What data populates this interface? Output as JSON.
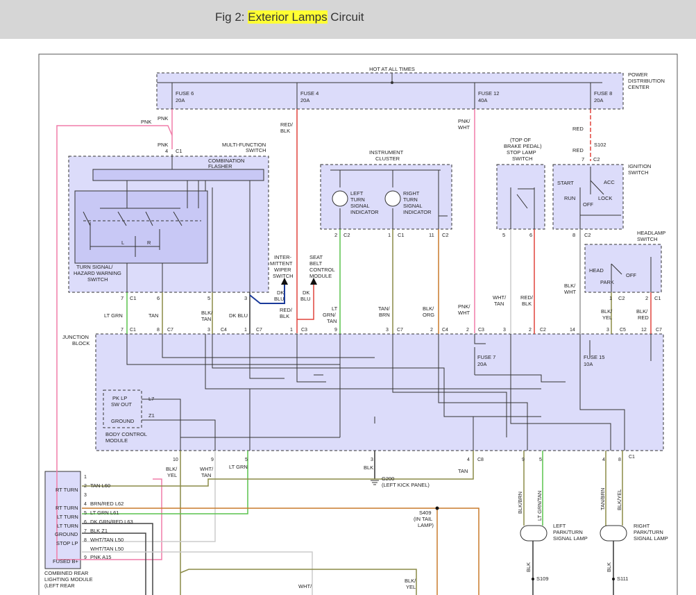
{
  "header": {
    "fig_prefix": "Fig 2: ",
    "fig_highlight": "Exterior Lamps",
    "fig_suffix": " Circuit"
  },
  "colors": {
    "pink": "#f07ca8",
    "red": "#e0443c",
    "green": "#59c24b",
    "olive": "#8a8a46",
    "orange": "#c87a2a",
    "box": "#dcdcfa",
    "innerbox": "#c8c8f5"
  },
  "labels": {
    "hot": "HOT AT ALL TIMES",
    "pdc": [
      "POWER",
      "DISTRIBUTION",
      "CENTER"
    ],
    "fuse6": [
      "FUSE 6",
      "20A"
    ],
    "fuse4": [
      "FUSE 4",
      "20A"
    ],
    "fuse12": [
      "FUSE 12",
      "40A"
    ],
    "fuse8": [
      "FUSE 8",
      "20A"
    ],
    "mfs": [
      "MULTI-FUNCTION",
      "SWITCH"
    ],
    "flasher": [
      "COMBINATION",
      "FLASHER"
    ],
    "turnsig": [
      "TURN SIGNAL/",
      "HAZARD WARNING",
      "SWITCH"
    ],
    "wiper": [
      "INTER-",
      "MITTENT",
      "WIPER",
      "SWITCH"
    ],
    "seatbelt": [
      "SEAT",
      "BELT",
      "CONTROL",
      "MODULE"
    ],
    "cluster": [
      "INSTRUMENT",
      "CLUSTER"
    ],
    "leftind": [
      "LEFT",
      "TURN",
      "SIGNAL",
      "INDICATOR"
    ],
    "rightind": [
      "RIGHT",
      "TURN",
      "SIGNAL",
      "INDICATOR"
    ],
    "stop": [
      "(TOP OF",
      "BRAKE PEDAL)",
      "STOP LAMP",
      "SWITCH"
    ],
    "ign": [
      "IGNITION",
      "SWITCH"
    ],
    "start": "START",
    "run": "RUN",
    "off": "OFF",
    "acc": "ACC",
    "lock": "LOCK",
    "s102": "S102",
    "hl": [
      "HEADLAMP",
      "SWITCH"
    ],
    "head": "HEAD",
    "park": "PARK",
    "hloff": "OFF",
    "jb": [
      "JUNCTION",
      "BLOCK"
    ],
    "fuse7": [
      "FUSE 7",
      "20A"
    ],
    "fuse15": [
      "FUSE 15",
      "10A"
    ],
    "bcm": [
      "BODY CONTROL",
      "MODULE"
    ],
    "pklp": [
      "PK LP",
      "SW OUT"
    ],
    "ground": "GROUND",
    "l7": "L7",
    "z1": "Z1",
    "g200": [
      "G200",
      "(LEFT KICK PANEL)"
    ],
    "s409": [
      "S409",
      "(IN TAIL",
      "LAMP)"
    ],
    "leftpark": [
      "LEFT",
      "PARK/TURN",
      "SIGNAL LAMP"
    ],
    "rightpark": [
      "RIGHT",
      "PARK/TURN",
      "SIGNAL LAMP"
    ],
    "s109": "S109",
    "s111": "S111",
    "crl": [
      "COMBINED REAR",
      "LIGHTING MODULE",
      "(LEFT REAR"
    ],
    "rt1": "RT TURN",
    "rt2": "RT TURN",
    "lt1": "LT TURN",
    "lt2": "LT TURN",
    "grnd": "GROUND",
    "stoplp": "STOP LP",
    "fused": "FUSED B+",
    "crl_wires": [
      "TAN  L60",
      "BRN/RED  L62",
      "LT GRN  L61",
      "DK GRN/RED  L63",
      "BLK  Z1",
      "WHT/TAN  L50",
      "WHT/TAN  L50",
      "PNK  A15"
    ],
    "crl_pins": [
      "1",
      "2",
      "3",
      "4",
      "5",
      "6",
      "7",
      "8",
      "",
      "9"
    ]
  },
  "wires": {
    "pnk1": "PNK",
    "pnk2": "PNK",
    "pnk3": "PNK",
    "red_blk": [
      "RED/",
      "BLK"
    ],
    "pnk_wht": [
      "PNK/",
      "WHT"
    ],
    "red1": "RED",
    "red2": "RED",
    "lt_grn": "LT GRN",
    "tan": "TAN",
    "blk_tan": [
      "BLK/",
      "TAN"
    ],
    "dk_blu": "DK BLU",
    "dk_blu2": [
      "DK",
      "BLU"
    ],
    "dk_blu3": [
      "DK",
      "BLU"
    ],
    "red_blk2": [
      "RED/",
      "BLK"
    ],
    "lt_grn_tan": [
      "LT",
      "GRN/",
      "TAN"
    ],
    "tan_brn": [
      "TAN/",
      "BRN"
    ],
    "blk_org": [
      "BLK/",
      "ORG"
    ],
    "pnk_wht2": [
      "PNK/",
      "WHT"
    ],
    "wht_tan": [
      "WHT/",
      "TAN"
    ],
    "red_blk3": [
      "RED/",
      "BLK"
    ],
    "blk_wht": [
      "BLK/",
      "WHT"
    ],
    "blk_yel": [
      "BLK/",
      "YEL"
    ],
    "blk_red": [
      "BLK/",
      "RED"
    ],
    "b_blk_yel": [
      "BLK/",
      "YEL"
    ],
    "b_wht_tan": [
      "WHT/",
      "TAN"
    ],
    "b_lt_grn": "LT GRN",
    "b_blk": "BLK",
    "b_tan": "TAN",
    "blk_brn": "BLK/BRN",
    "lt_grn_tan2": "LT GRN/TAN",
    "tan_brn2": "TAN/BRN",
    "blk_yel2": "BLK/YEL",
    "blk_a": "BLK",
    "blk_b": "BLK",
    "bot_blk": [
      "BLK/",
      "YEL"
    ],
    "bot_wht": "WHT/"
  },
  "connectors": {
    "c1_4": "4",
    "c1": "C1",
    "c2_7": "7",
    "c2": "C2",
    "cl_2": "2",
    "cl_c2a": "C2",
    "cl_1": "1",
    "cl_c1": "C1",
    "cl_11": "11",
    "cl_c2b": "C2",
    "sl_5": "5",
    "sl_6": "6",
    "ig_8": "8",
    "ig_c2": "C2",
    "hl_1": "1",
    "hl_c2": "C2",
    "hl_2": "2",
    "hl_c1": "C1",
    "mf_7": "7",
    "mf_c1": "C1",
    "mf_6": "6",
    "mf_5": "5",
    "mf_3": "3",
    "jb": [
      "7",
      "C1",
      "8",
      "C7",
      "3",
      "C4",
      "1",
      "C7",
      "1",
      "C3",
      "9",
      "3",
      "C7",
      "2",
      "C4",
      "2",
      "C3",
      "3",
      "2",
      "C2",
      "14",
      "3",
      "C5",
      "12",
      "C7"
    ],
    "jbb": [
      "10",
      "9",
      "5",
      "3",
      "4",
      "C8",
      "9",
      "5",
      "4",
      "8",
      "C1"
    ]
  }
}
